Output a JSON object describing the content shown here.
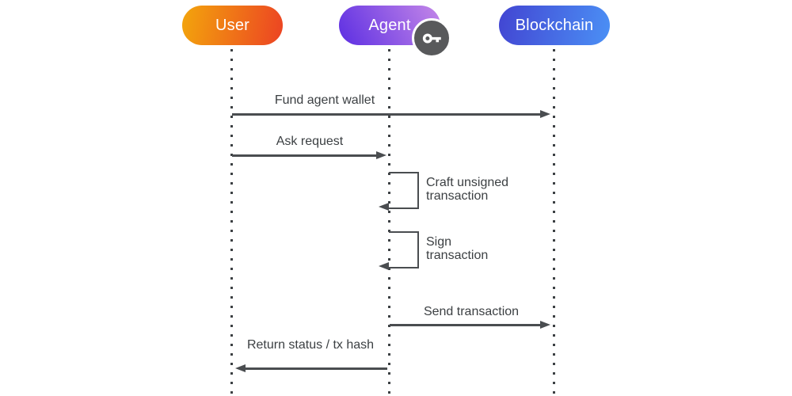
{
  "actors": [
    {
      "name": "User"
    },
    {
      "name": "Agent",
      "badge_icon": "key-icon"
    },
    {
      "name": "Blockchain"
    }
  ],
  "messages": [
    {
      "label": "Fund agent wallet",
      "from": "User",
      "to": "Blockchain",
      "direction": "right"
    },
    {
      "label": "Ask request",
      "from": "User",
      "to": "Agent",
      "direction": "right"
    },
    {
      "label": "Craft unsigned transaction",
      "from": "Agent",
      "to": "Agent",
      "direction": "self"
    },
    {
      "label": "Sign transaction",
      "from": "Agent",
      "to": "Agent",
      "direction": "self"
    },
    {
      "label": "Send transaction",
      "from": "Agent",
      "to": "Blockchain",
      "direction": "right"
    },
    {
      "label": "Return status / tx hash",
      "from": "Agent",
      "to": "User",
      "direction": "left"
    }
  ],
  "colors": {
    "user_gradient_start": "#F3A50C",
    "user_gradient_end": "#EC4323",
    "agent_gradient_start": "#5C2EE2",
    "agent_gradient_end": "#C487E8",
    "blockchain_gradient_start": "#4245D2",
    "blockchain_gradient_end": "#4B90F5",
    "line": "#4A4D50",
    "text": "#3C4043",
    "key_badge_bg": "#58595B"
  }
}
